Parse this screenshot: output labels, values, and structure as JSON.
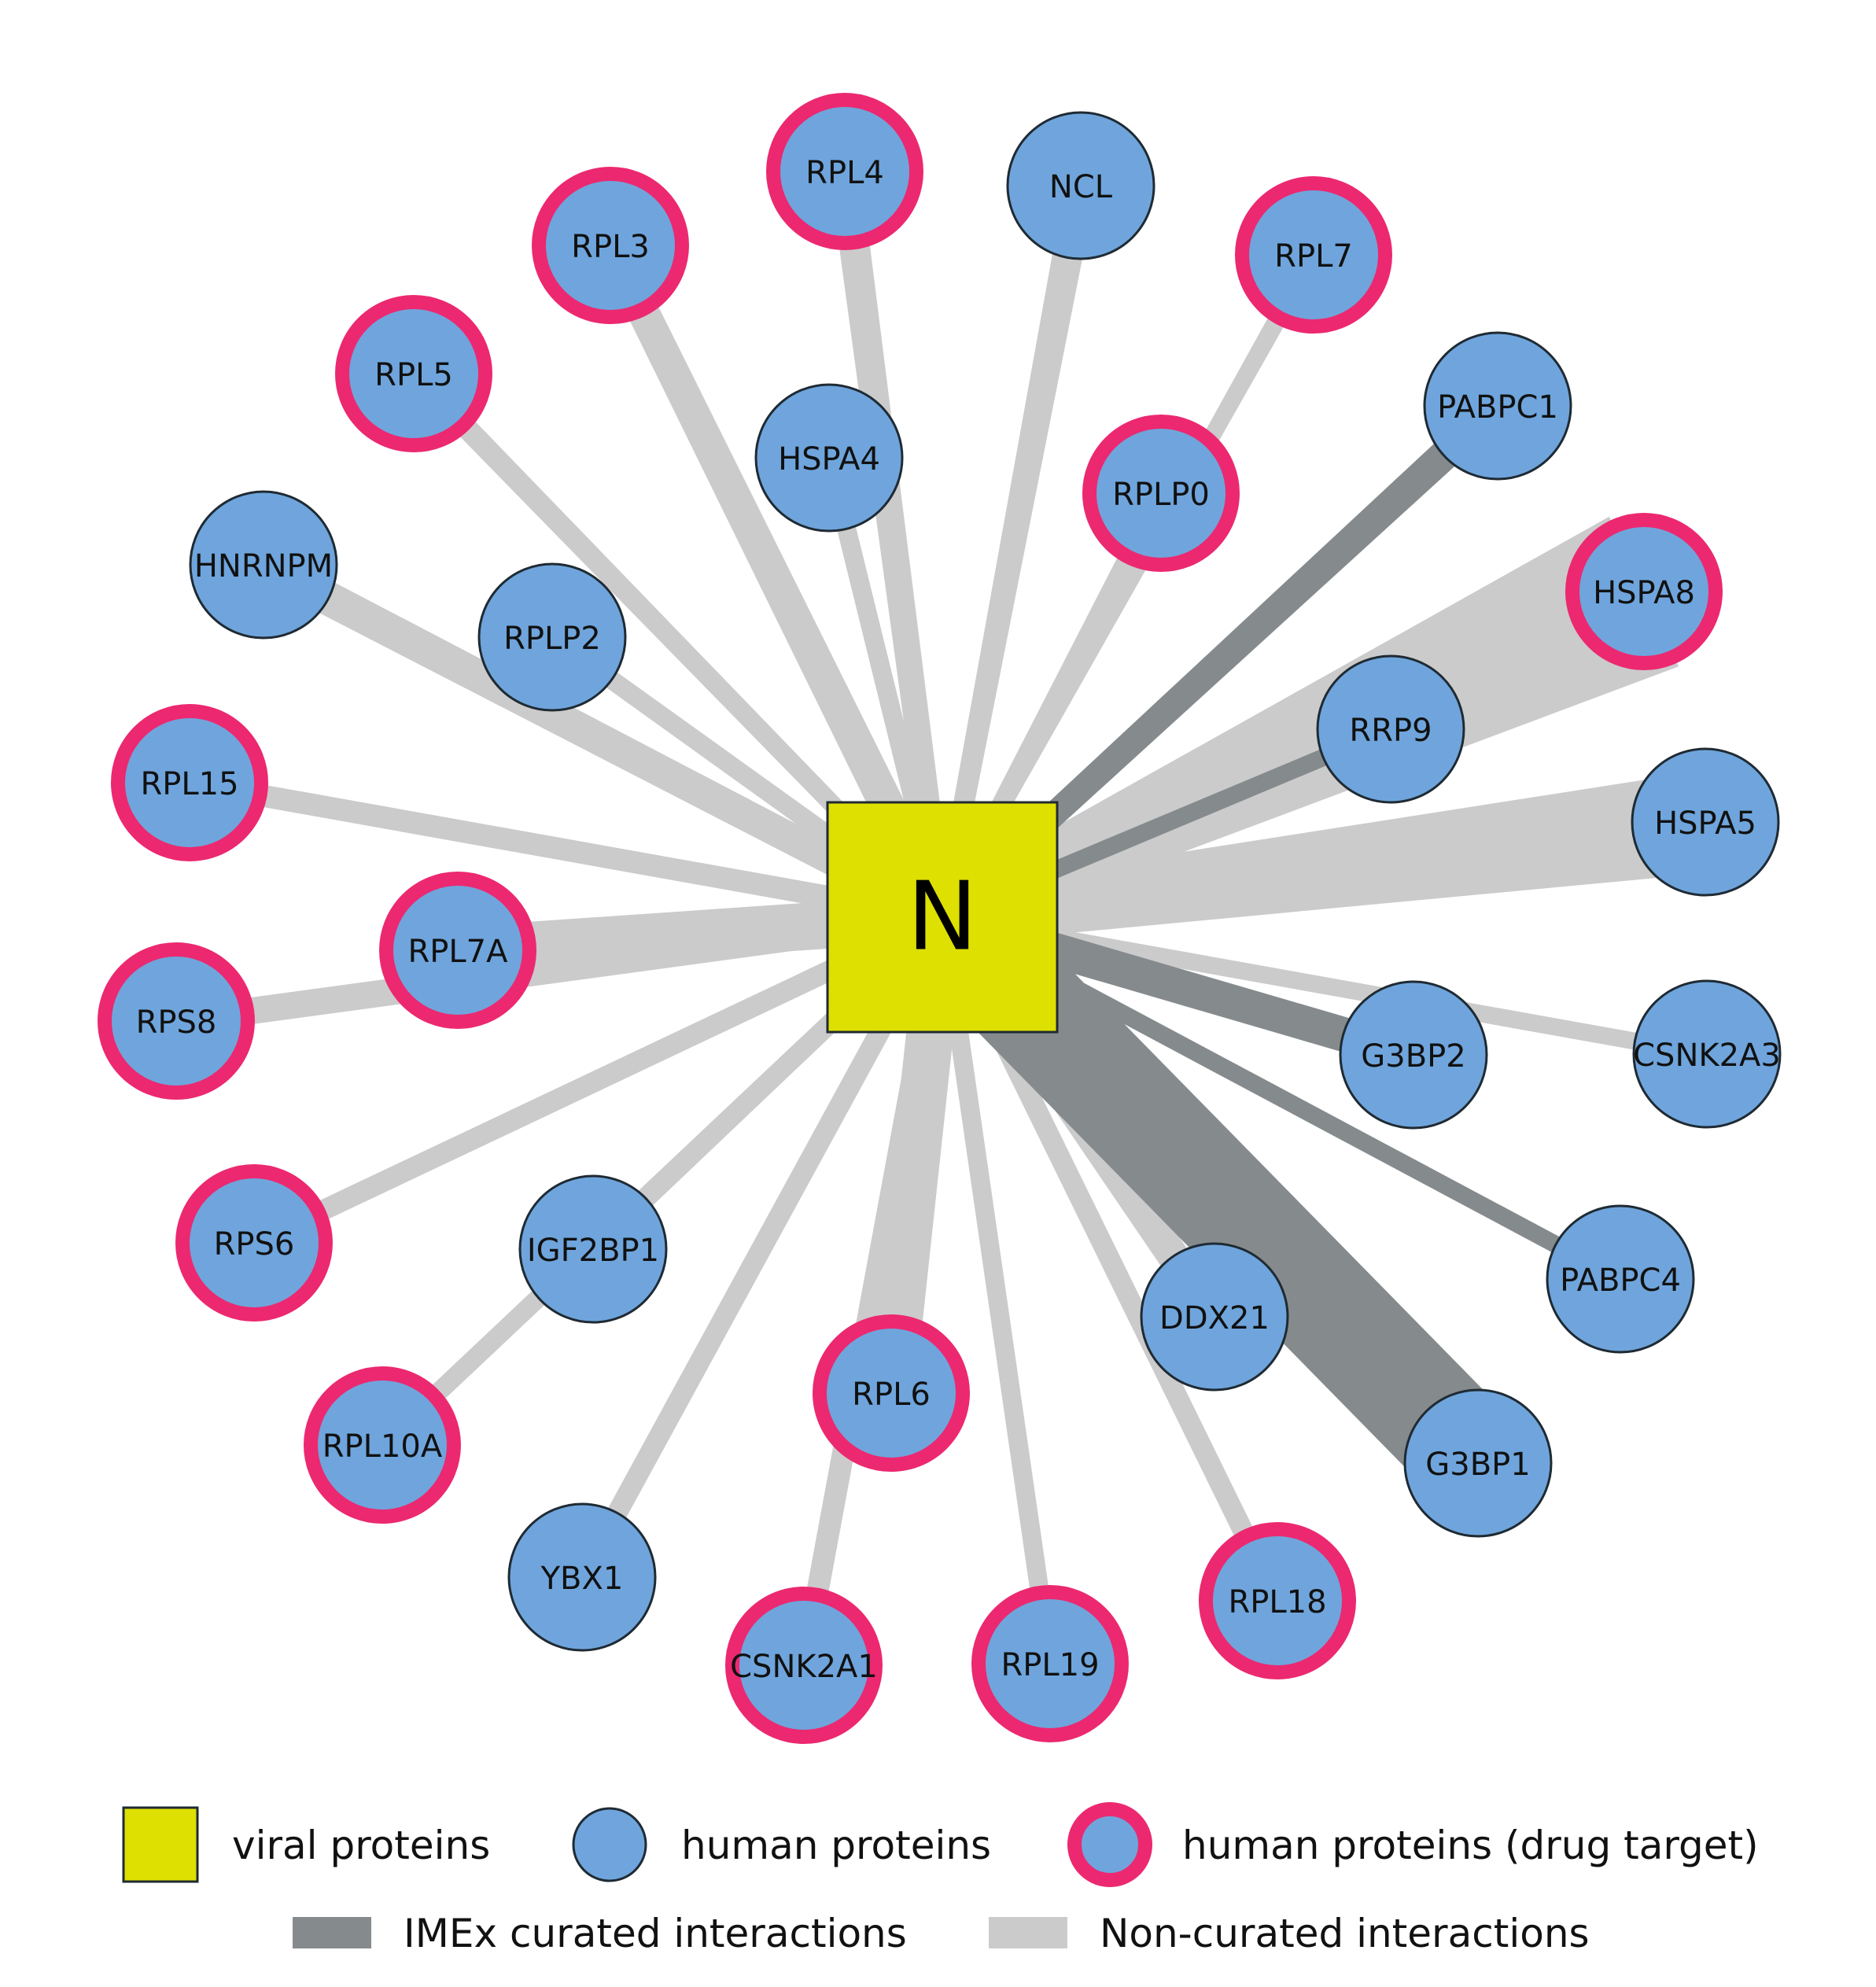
{
  "colors": {
    "viral_fill": "#dde000",
    "human_fill": "#6fa5dc",
    "drug_ring": "#ec2870",
    "curated_edge": "#858b8d",
    "noncurated_edge": "#cbcbcb",
    "outline": "#1f2a33"
  },
  "hub": {
    "label": "N",
    "type": "viral protein"
  },
  "nodes": [
    {
      "label": "RPL4",
      "drug_target": true
    },
    {
      "label": "NCL",
      "drug_target": false
    },
    {
      "label": "RPL3",
      "drug_target": true
    },
    {
      "label": "RPL7",
      "drug_target": true
    },
    {
      "label": "RPL5",
      "drug_target": true
    },
    {
      "label": "PABPC1",
      "drug_target": false
    },
    {
      "label": "HSPA4",
      "drug_target": false
    },
    {
      "label": "RPLP0",
      "drug_target": true
    },
    {
      "label": "HNRNPM",
      "drug_target": false
    },
    {
      "label": "HSPA8",
      "drug_target": true
    },
    {
      "label": "RPLP2",
      "drug_target": false
    },
    {
      "label": "RRP9",
      "drug_target": false
    },
    {
      "label": "RPL15",
      "drug_target": true
    },
    {
      "label": "HSPA5",
      "drug_target": false
    },
    {
      "label": "RPL7A",
      "drug_target": true
    },
    {
      "label": "RPS8",
      "drug_target": true
    },
    {
      "label": "G3BP2",
      "drug_target": false
    },
    {
      "label": "CSNK2A3",
      "drug_target": false
    },
    {
      "label": "RPS6",
      "drug_target": true
    },
    {
      "label": "IGF2BP1",
      "drug_target": false
    },
    {
      "label": "PABPC4",
      "drug_target": false
    },
    {
      "label": "DDX21",
      "drug_target": false
    },
    {
      "label": "RPL6",
      "drug_target": true
    },
    {
      "label": "RPL10A",
      "drug_target": true
    },
    {
      "label": "G3BP1",
      "drug_target": false
    },
    {
      "label": "YBX1",
      "drug_target": false
    },
    {
      "label": "RPL18",
      "drug_target": true
    },
    {
      "label": "CSNK2A1",
      "drug_target": true
    },
    {
      "label": "RPL19",
      "drug_target": true
    }
  ],
  "edges": [
    {
      "target": "RPL4",
      "curated": false
    },
    {
      "target": "NCL",
      "curated": false
    },
    {
      "target": "RPL3",
      "curated": false
    },
    {
      "target": "RPL7",
      "curated": false
    },
    {
      "target": "RPL5",
      "curated": false
    },
    {
      "target": "PABPC1",
      "curated": true
    },
    {
      "target": "HSPA4",
      "curated": false
    },
    {
      "target": "RPLP0",
      "curated": false
    },
    {
      "target": "HNRNPM",
      "curated": false
    },
    {
      "target": "HSPA8",
      "curated": false
    },
    {
      "target": "RPLP2",
      "curated": false
    },
    {
      "target": "RRP9",
      "curated": true
    },
    {
      "target": "RPL15",
      "curated": false
    },
    {
      "target": "HSPA5",
      "curated": false
    },
    {
      "target": "RPL7A",
      "curated": false
    },
    {
      "target": "RPS8",
      "curated": false
    },
    {
      "target": "G3BP2",
      "curated": true
    },
    {
      "target": "CSNK2A3",
      "curated": false
    },
    {
      "target": "RPS6",
      "curated": false
    },
    {
      "target": "IGF2BP1",
      "curated": false
    },
    {
      "target": "PABPC4",
      "curated": true
    },
    {
      "target": "DDX21",
      "curated": false
    },
    {
      "target": "RPL6",
      "curated": false
    },
    {
      "target": "RPL10A",
      "curated": false
    },
    {
      "target": "G3BP1",
      "curated": true
    },
    {
      "target": "YBX1",
      "curated": false
    },
    {
      "target": "RPL18",
      "curated": false
    },
    {
      "target": "CSNK2A1",
      "curated": false
    },
    {
      "target": "RPL19",
      "curated": false
    }
  ],
  "legend": {
    "viral": "viral proteins",
    "human": "human proteins",
    "drug": "human proteins (drug target)",
    "curated": "IMEx curated interactions",
    "noncurated": "Non-curated interactions"
  }
}
